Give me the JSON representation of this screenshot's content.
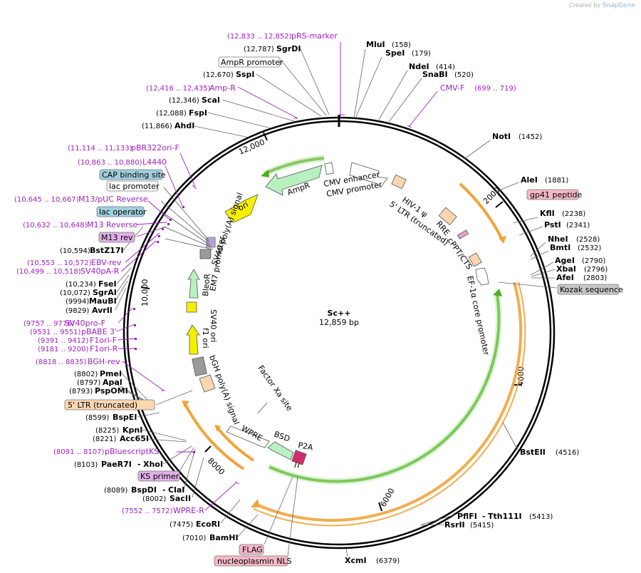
{
  "credit": {
    "prefix": "Created by",
    "brand": "SnapGene"
  },
  "plasmid": {
    "name": "Sc++",
    "length": "12,859 bp"
  },
  "ruler": [
    "2000",
    "4000",
    "6000",
    "8000",
    "10,000",
    "12,000"
  ],
  "colors": {
    "primer": "#a020c0",
    "orange_feature": "#f2a33a",
    "green_feature": "#4caf1e",
    "ampr": "#b8f0c0",
    "ori": "#f5f000",
    "utr": "#fcd6b0"
  },
  "enzymes_left": [
    {
      "pos": "(12,787)",
      "name": "SgrDI"
    },
    {
      "pos": "(12,670)",
      "name": "SspI"
    },
    {
      "pos": "(12,346)",
      "name": "ScaI"
    },
    {
      "pos": "(12,088)",
      "name": "FspI"
    },
    {
      "pos": "(11,866)",
      "name": "AhdI"
    },
    {
      "pos": "(10,594)",
      "name": "BstZ17I"
    },
    {
      "pos": "(10,234)",
      "name": "FseI"
    },
    {
      "pos": "(10,072)",
      "name": "SgrAI"
    },
    {
      "pos": "(9994)",
      "name": "MauBI"
    },
    {
      "pos": "(9829)",
      "name": "AvrII"
    },
    {
      "pos": "(8802)",
      "name": "PmeI"
    },
    {
      "pos": "(8797)",
      "name": "ApaI"
    },
    {
      "pos": "(8793)",
      "name": "PspOMI"
    },
    {
      "pos": "(8599)",
      "name": "BspEI"
    },
    {
      "pos": "(8225)",
      "name": "KpnI"
    },
    {
      "pos": "(8221)",
      "name": "Acc65I"
    },
    {
      "pos": "(8103)",
      "name": "PaeR7I",
      "extra": "XhoI"
    },
    {
      "pos": "(8089)",
      "name": "BspDI",
      "extra": "ClaI"
    },
    {
      "pos": "(8002)",
      "name": "SacII"
    },
    {
      "pos": "(7475)",
      "name": "EcoRI"
    },
    {
      "pos": "(7010)",
      "name": "BamHI"
    }
  ],
  "enzymes_right": [
    {
      "name": "MluI",
      "pos": "(158)"
    },
    {
      "name": "SpeI",
      "pos": "(179)"
    },
    {
      "name": "NdeI",
      "pos": "(414)"
    },
    {
      "name": "SnaBI",
      "pos": "(520)"
    },
    {
      "name": "NotI",
      "pos": "(1452)"
    },
    {
      "name": "AleI",
      "pos": "(1881)"
    },
    {
      "name": "KflI",
      "pos": "(2238)"
    },
    {
      "name": "PstI",
      "pos": "(2341)"
    },
    {
      "name": "NheI",
      "pos": "(2528)"
    },
    {
      "name": "BmtI",
      "pos": "(2532)"
    },
    {
      "name": "AgeI",
      "pos": "(2790)"
    },
    {
      "name": "XbaI",
      "pos": "(2796)"
    },
    {
      "name": "AfeI",
      "pos": "(2803)"
    },
    {
      "name": "BstEII",
      "pos": "(4516)"
    },
    {
      "name": "PflFI",
      "extra": "Tth111I",
      "pos": "(5413)"
    },
    {
      "name": "RsrII",
      "pos": "(5415)"
    },
    {
      "name": "XcmI",
      "pos": "(6379)"
    }
  ],
  "primers": [
    {
      "range": "(12,833 .. 12,852)",
      "name": "pRS-marker"
    },
    {
      "range": "(12,416 .. 12,435)",
      "name": "Amp-R"
    },
    {
      "name": "CMV-F",
      "range": "(699 .. 719)"
    },
    {
      "range": "(11,114 .. 11,133)",
      "name": "pBR322ori-F"
    },
    {
      "range": "(10,863 .. 10,880)",
      "name": "L4440"
    },
    {
      "range": "(10,645 .. 10,667)",
      "name": "M13/pUC Reverse"
    },
    {
      "range": "(10,632 .. 10,648)",
      "name": "M13 Reverse"
    },
    {
      "range": "(10,553 .. 10,572)",
      "name": "EBV-rev"
    },
    {
      "range": "(10,499 .. 10,518)",
      "name": "SV40pA-R"
    },
    {
      "range": "(9757 .. 9776)",
      "name": "SV40pro-F"
    },
    {
      "range": "(9531 .. 9551)",
      "name": "pBABE 3'"
    },
    {
      "range": "(9391 .. 9412)",
      "name": "F1ori-F"
    },
    {
      "range": "(9181 .. 9200)",
      "name": "F1ori-R"
    },
    {
      "range": "(8818 .. 8835)",
      "name": "BGH-rev"
    },
    {
      "range": "(8091 .. 8107)",
      "name": "pBluescriptKS"
    },
    {
      "range": "(7552 .. 7572)",
      "name": "WPRE-R"
    }
  ],
  "boxed_labels": [
    {
      "text": "AmpR promoter"
    },
    {
      "text": "CAP binding site"
    },
    {
      "text": "lac promoter"
    },
    {
      "text": "lac operator"
    },
    {
      "text": "M13 rev"
    },
    {
      "text": "5' LTR (truncated)"
    },
    {
      "text": "KS primer"
    },
    {
      "text": "FLAG"
    },
    {
      "text": "nucleoplasmin NLS"
    },
    {
      "text": "gp41 peptide"
    },
    {
      "text": "Kozak sequence"
    }
  ],
  "features": {
    "cmv_enhancer": "CMV enhancer",
    "cmv_promoter": "CMV promoter",
    "hiv_psi": "HIV-1 ψ",
    "ltr5": "5' LTR (truncated)",
    "rre": "RRE",
    "cppt": "cPPT/CTS",
    "ef1a": "EF-1α core promoter",
    "ampr": "AmpR",
    "ori": "ori",
    "sv40pa": "SV40 poly(A) signal",
    "em7": "EM7 promoter",
    "bleor": "BleoR",
    "sv40ori": "SV40 ori",
    "f1ori": "f1 ori",
    "bgh": "bGH poly(A) signal",
    "factorxa": "Factor Xa site",
    "wpre": "WPRE",
    "bsd": "BSD",
    "p2a": "P2A"
  }
}
